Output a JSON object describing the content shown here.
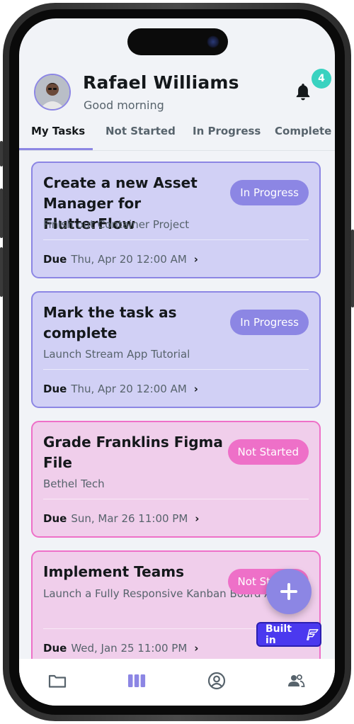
{
  "user": {
    "name": "Rafael Williams",
    "greeting": "Good morning"
  },
  "notifications": {
    "count": "4",
    "icon": "bell-icon"
  },
  "tabs": [
    {
      "label": "My Tasks",
      "active": true
    },
    {
      "label": "Not Started",
      "active": false
    },
    {
      "label": "In Progress",
      "active": false
    },
    {
      "label": "Complete",
      "active": false
    }
  ],
  "tasks": [
    {
      "title": "Create a new Asset Manager for FlutterFlow",
      "subtitle": "Finish out Container Project",
      "due_label": "Due",
      "due_date": "Thu, Apr 20 12:00 AM",
      "status": "In Progress",
      "status_key": "ip"
    },
    {
      "title": "Mark the task as complete",
      "subtitle": "Launch Stream App Tutorial",
      "due_label": "Due",
      "due_date": "Thu, Apr 20 12:00 AM",
      "status": "In Progress",
      "status_key": "ip"
    },
    {
      "title": "Grade Franklins Figma File",
      "subtitle": "Bethel Tech",
      "due_label": "Due",
      "due_date": "Sun, Mar 26 11:00 PM",
      "status": "Not Started",
      "status_key": "ns"
    },
    {
      "title": "Implement Teams",
      "subtitle": "Launch a Fully Responsive Kanban Board App",
      "due_label": "Due",
      "due_date": "Wed, Jan 25 11:00 PM",
      "status": "Not Started",
      "status_key": "ns"
    }
  ],
  "fab": {
    "icon": "plus-icon"
  },
  "built_in": {
    "label": "Built in",
    "icon": "flutterflow-logo-icon"
  },
  "bottom_nav": [
    {
      "icon": "folder-icon"
    },
    {
      "icon": "kanban-columns-icon"
    },
    {
      "icon": "user-circle-icon"
    },
    {
      "icon": "people-icon"
    }
  ],
  "colors": {
    "accent": "#8C86E4",
    "in_progress_bg": "#D1D0F5",
    "not_started_bg": "#F0CEEB",
    "not_started_accent": "#EE70C8",
    "badge": "#39D2C0",
    "built_in_bg": "#4B39EF"
  }
}
